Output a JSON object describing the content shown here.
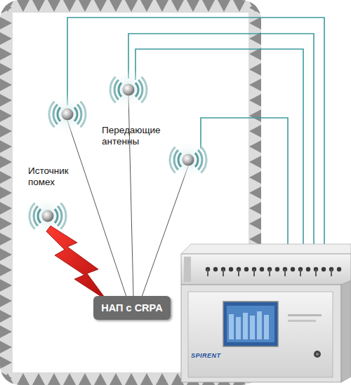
{
  "diagram": {
    "nodes": [
      {
        "text": [
          "НАП с CRPA"
        ]
      }
    ],
    "labels": [
      "Передающие антенны",
      "Источник помех",
      "SPIRENT"
    ]
  }
}
